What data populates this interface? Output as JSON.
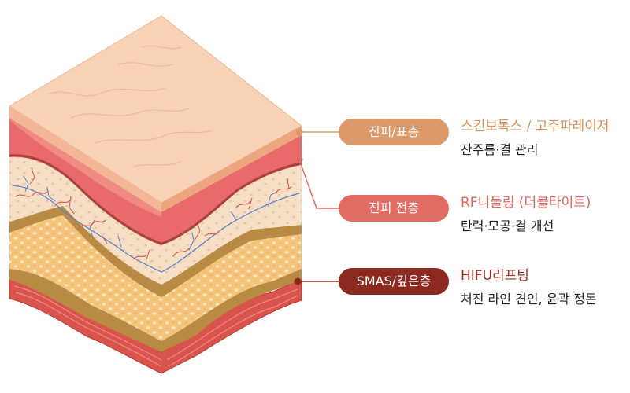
{
  "layers": [
    {
      "label": "진피/표층",
      "treatment": "스킨보톡스 / 고주파레이저",
      "effect": "잔주름·결 관리",
      "color": "#dc9a6a"
    },
    {
      "label": "진피 전층",
      "treatment": "RF니들링 (더블타이트)",
      "effect": "탄력·모공·결 개선",
      "color": "#e06c64"
    },
    {
      "label": "SMAS/깊은층",
      "treatment": "HIFU리프팅",
      "effect": "처진 라인 견인, 윤곽 정돈",
      "color": "#8c2a21"
    }
  ],
  "colors": {
    "epidermis_top": "#f8d2b6",
    "epidermis_side": "#f4b796",
    "dermis_band": "#e96a6a",
    "dermis_tissue": "#f7dfc6",
    "fat_tissue": "#f5c47c",
    "smas_band": "#b98a44",
    "muscle": "#d9544c",
    "vessel_red": "#d24a43",
    "vessel_blue": "#5a7fc8"
  },
  "icons": [
    "skin-layer-block"
  ]
}
